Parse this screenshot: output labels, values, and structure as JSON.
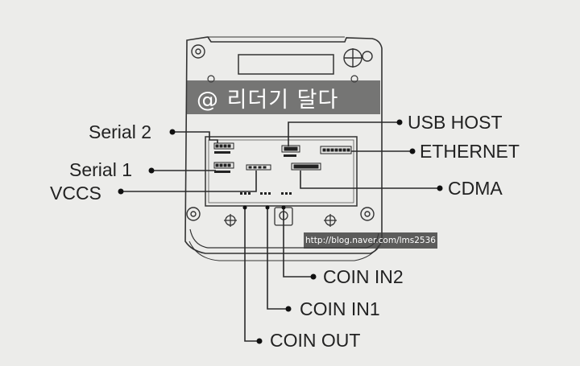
{
  "watermark": {
    "text": "@ 리더기 달다"
  },
  "url_overlay": {
    "text": "http://blog.naver.com/lms2536"
  },
  "labels": {
    "serial2": "Serial 2",
    "serial1": "Serial 1",
    "vccs": "VCCS",
    "usb_host": "USB HOST",
    "ethernet": "ETHERNET",
    "cdma": "CDMA",
    "coin_in2": "COIN IN2",
    "coin_in1": "COIN IN1",
    "coin_out": "COIN OUT"
  },
  "colors": {
    "line": "#2a2a2a",
    "background": "#ececea",
    "banner": "#464646"
  }
}
